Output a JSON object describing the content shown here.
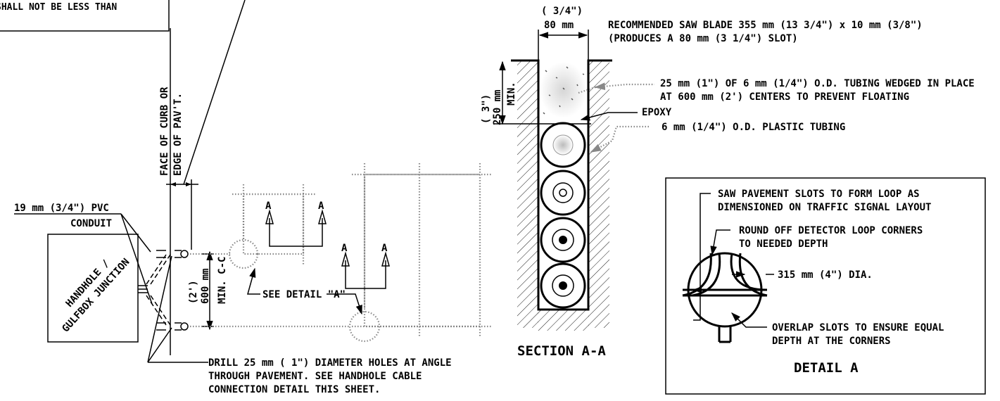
{
  "top_left_note": {
    "text": "SHALL NOT BE LESS THAN"
  },
  "plan": {
    "face_of_curb_line1": "FACE OF CURB OR",
    "face_of_curb_line2": "EDGE OF PAV'T.",
    "pvc_line1": "19 mm (3/4\") PVC",
    "pvc_line2": "CONDUIT",
    "handhole_line1": "HANDHOLE /",
    "handhole_line2": "GULFBOX JUNCTION",
    "spacing_line1": "(2')",
    "spacing_line2": "600 mm",
    "spacing_line3": "MIN. C-C",
    "see_detail": "SEE DETAIL \"A\"",
    "section_marker": "A",
    "drill_line1": "DRILL 25 mm ( 1\") DIAMETER HOLES AT ANGLE",
    "drill_line2": "THROUGH PAVEMENT.  SEE HANDHOLE CABLE",
    "drill_line3": "CONNECTION DETAIL THIS SHEET."
  },
  "section": {
    "width_imperial": "( 3/4\")",
    "width_metric": "80 mm",
    "depth_imperial": "( 3\")",
    "depth_metric": "250 mm",
    "depth_min": "MIN.",
    "saw_blade_line1": "RECOMMENDED SAW BLADE 355 mm (13 3/4\") x 10 mm (3/8\")",
    "saw_blade_line2": "(PRODUCES A 80 mm (3 1/4\") SLOT)",
    "tubing_wedge_line1": "25 mm (1\") OF 6 mm (1/4\") O.D. TUBING WEDGED IN PLACE",
    "tubing_wedge_line2": "AT 600 mm (2') CENTERS TO PREVENT FLOATING",
    "epoxy": "EPOXY",
    "plastic_tubing": "6 mm (1/4\") O.D. PLASTIC TUBING",
    "title": "SECTION A-A"
  },
  "detail": {
    "note1_line1": "SAW PAVEMENT SLOTS TO FORM LOOP AS",
    "note1_line2": "DIMENSIONED ON TRAFFIC SIGNAL LAYOUT",
    "note2_line1": "ROUND OFF DETECTOR LOOP CORNERS",
    "note2_line2": "TO NEEDED DEPTH",
    "diameter": "315 mm (4\") DIA.",
    "note3_line1": "OVERLAP SLOTS TO ENSURE EQUAL",
    "note3_line2": "DEPTH AT THE CORNERS",
    "title": "DETAIL A"
  }
}
